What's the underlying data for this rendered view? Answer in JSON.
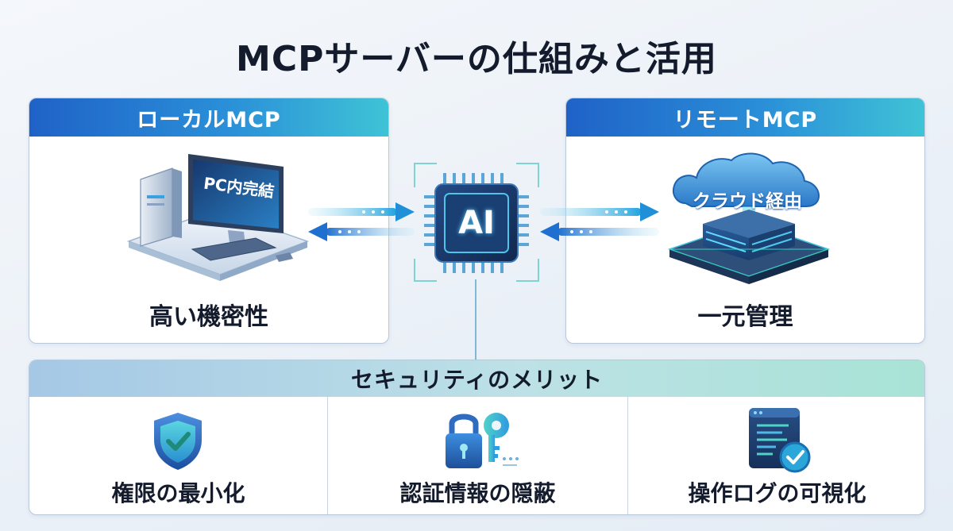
{
  "title": "MCPサーバーの仕組みと活用",
  "local": {
    "header": "ローカルMCP",
    "screen_text": "PC内完結",
    "caption": "高い機密性"
  },
  "remote": {
    "header": "リモートMCP",
    "cloud_text": "クラウド経由",
    "caption": "一元管理"
  },
  "center": {
    "chip_label": "AI"
  },
  "security": {
    "header": "セキュリティのメリット",
    "items": [
      {
        "label": "権限の最小化",
        "icon": "shield-check-icon"
      },
      {
        "label": "認証情報の隠蔽",
        "icon": "lock-key-icon"
      },
      {
        "label": "操作ログの可視化",
        "icon": "log-check-icon"
      }
    ]
  },
  "colors": {
    "header_blue": "#1f62c7",
    "header_teal": "#3fc3d6",
    "security_header": "#bde1e6",
    "accent_green": "#2fd0a0"
  }
}
